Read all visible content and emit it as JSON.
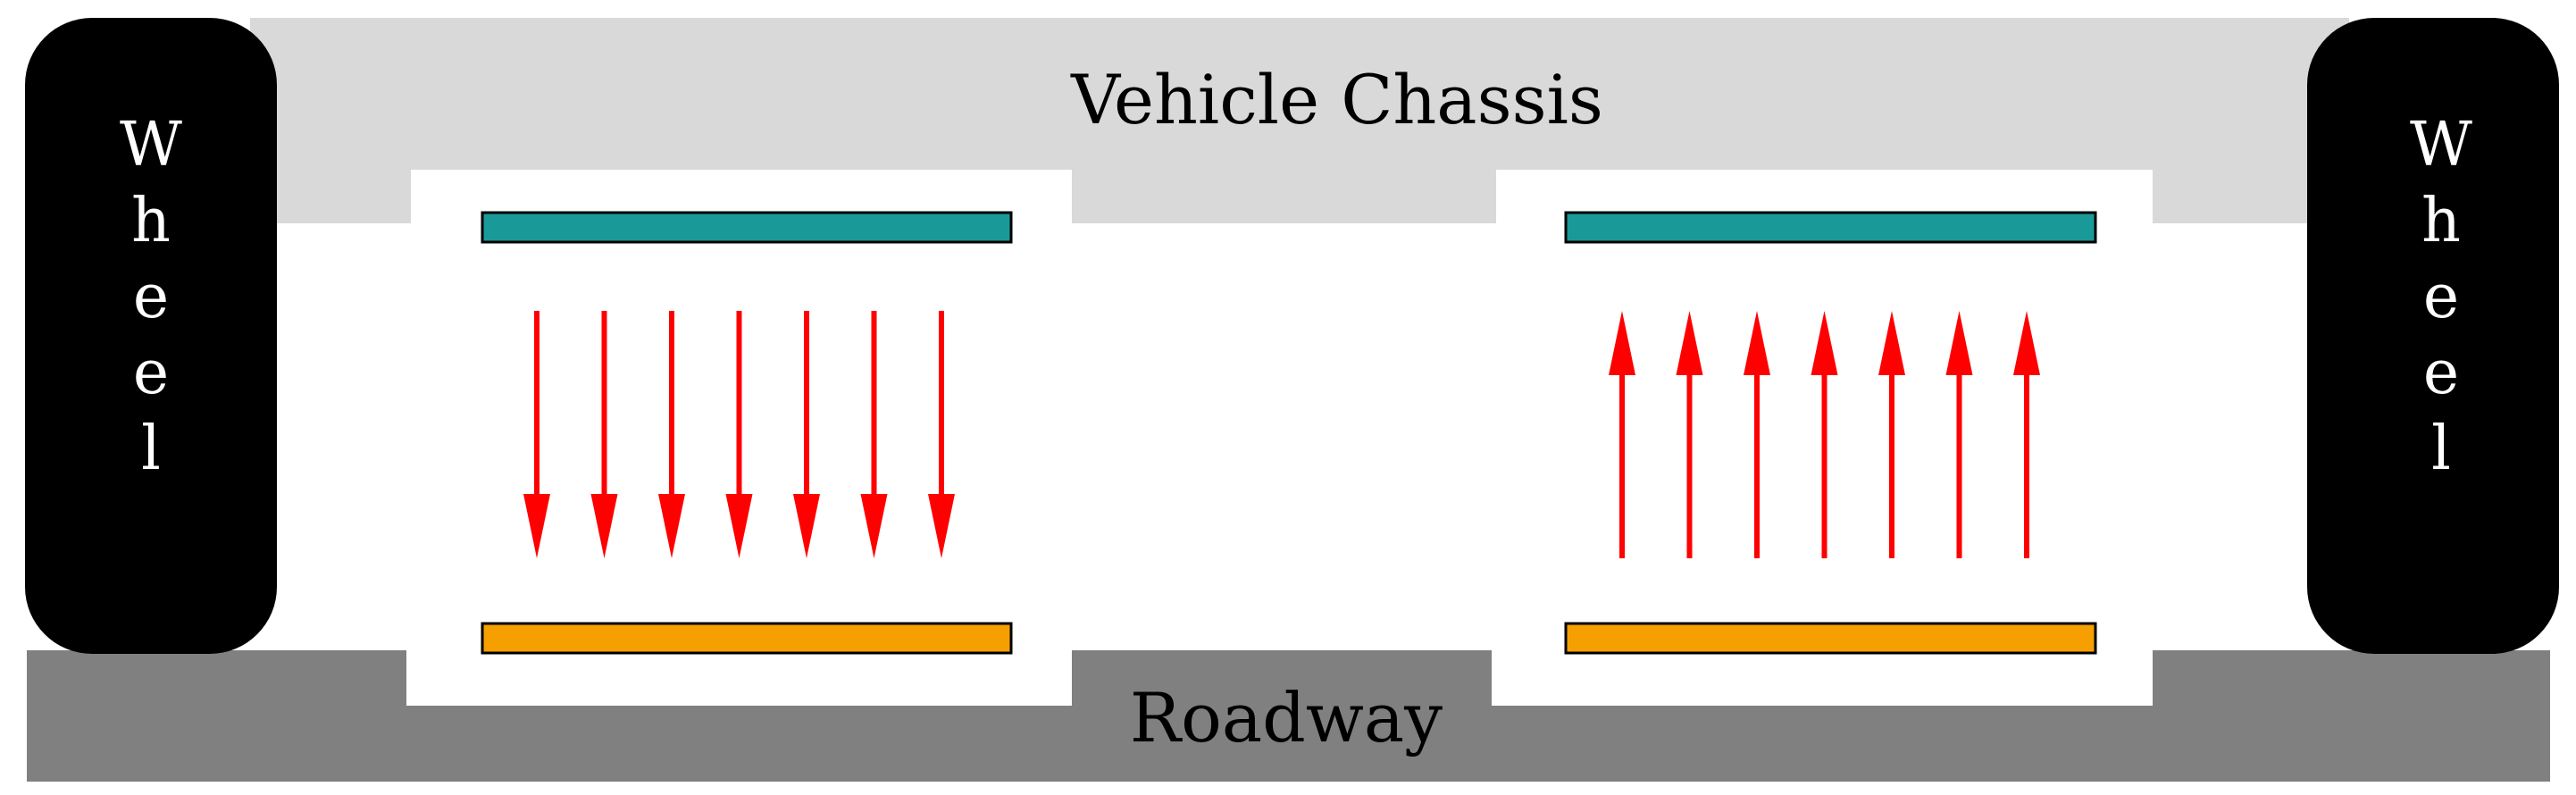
{
  "chassis": {
    "label": "Vehicle Chassis",
    "color": "#d9d9d9"
  },
  "roadway": {
    "label": "Roadway",
    "color": "#808080"
  },
  "wheels": {
    "left": {
      "letters": [
        "W",
        "h",
        "e",
        "e",
        "l"
      ]
    },
    "right": {
      "letters": [
        "W",
        "h",
        "e",
        "e",
        "l"
      ]
    },
    "color": "#000000",
    "text_color": "#ffffff"
  },
  "plates": {
    "top_color": "#1a9999",
    "bottom_color": "#f5a000"
  },
  "fields": {
    "left": {
      "direction": "down",
      "arrow_count": 7
    },
    "right": {
      "direction": "up",
      "arrow_count": 7
    },
    "arrow_color": "#ff0000"
  }
}
